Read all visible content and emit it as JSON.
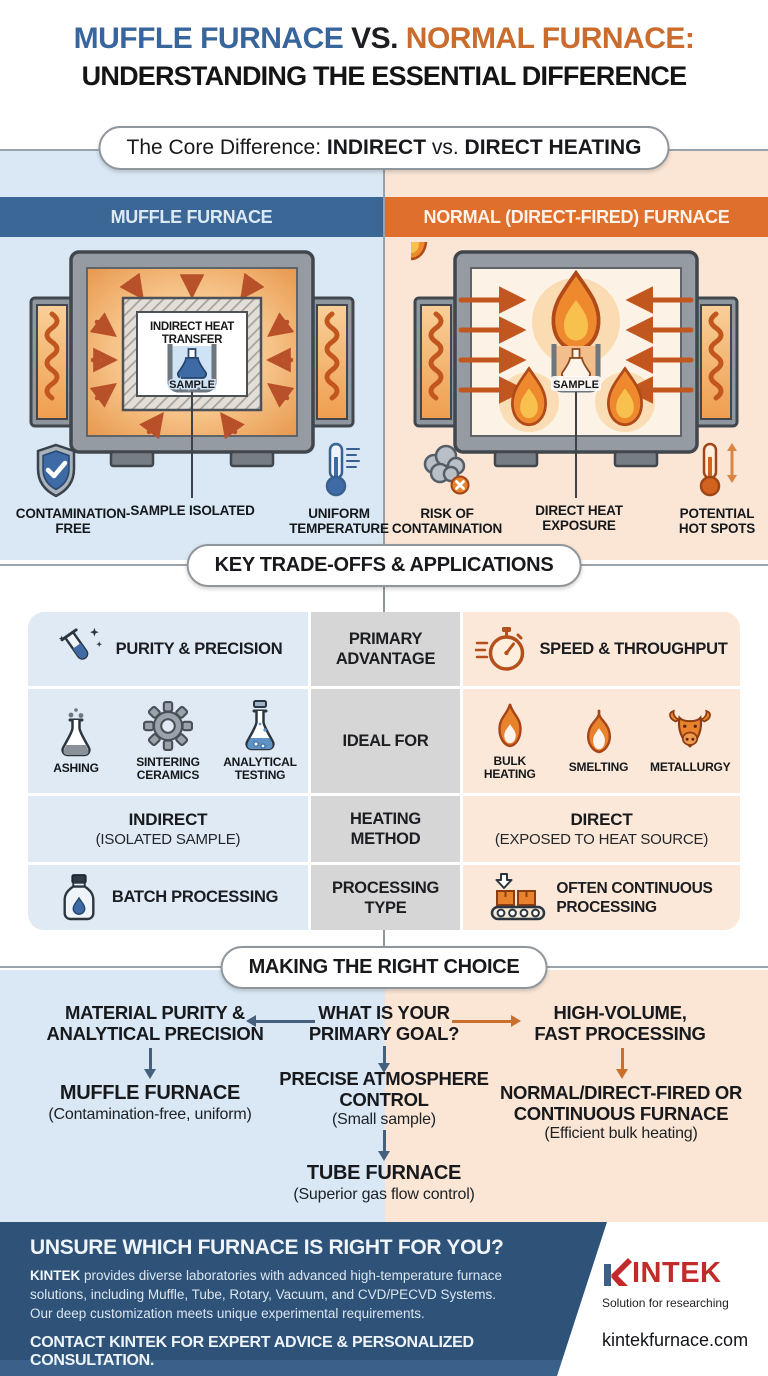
{
  "colors": {
    "title_blue": "#38659b",
    "title_orange": "#c96c2d",
    "muffle_header_bg": "#3a6795",
    "normal_header_bg": "#df6f2d",
    "muffle_column_bg": "#d9e8f4",
    "normal_column_bg": "#fbe6d6",
    "table_center_bg": "#d6d6d6",
    "footer_bg": "#2e5278",
    "logo_red": "#c32b2b"
  },
  "header": {
    "title_blue": "MUFFLE FURNACE",
    "title_vs": " VS. ",
    "title_orange": "NORMAL FURNACE:",
    "subtitle": "UNDERSTANDING THE ESSENTIAL DIFFERENCE"
  },
  "core_pill": {
    "prefix": "The Core Difference: ",
    "bold_indirect": "INDIRECT",
    "vs": " vs. ",
    "bold_direct": "DIRECT HEATING"
  },
  "muffle": {
    "header": "MUFFLE FURNACE",
    "diagram_label_line1": "INDIRECT HEAT",
    "diagram_label_line2": "TRANSFER",
    "sample_label": "SAMPLE",
    "features": [
      {
        "icon": "shield-check",
        "label": "CONTAMINATION-FREE"
      },
      {
        "icon": "connector-line",
        "label": "SAMPLE ISOLATED"
      },
      {
        "icon": "thermometer",
        "label_line1": "UNIFORM",
        "label_line2": "TEMPERATURE"
      }
    ]
  },
  "normal": {
    "header": "NORMAL (DIRECT-FIRED) FURNACE",
    "sample_label": "SAMPLE",
    "features": [
      {
        "icon": "smoke-cloud-error",
        "label_line1": "RISK OF",
        "label_line2": "CONTAMINATION"
      },
      {
        "icon": "connector-line",
        "label": "DIRECT HEAT EXPOSURE"
      },
      {
        "icon": "hot-thermometer",
        "label_line1": "POTENTIAL",
        "label_line2": "HOT SPOTS"
      }
    ]
  },
  "tradeoffs": {
    "pill": "KEY TRADE-OFFS & APPLICATIONS",
    "rows": [
      {
        "center_line1": "PRIMARY",
        "center_line2": "ADVANTAGE",
        "left": {
          "icon": "test-tube-sparkle",
          "label": "PURITY & PRECISION"
        },
        "right": {
          "icon": "stopwatch",
          "label": "SPEED & THROUGHPUT"
        }
      },
      {
        "center_line1": "IDEAL FOR",
        "center_line2": "",
        "left_items": [
          {
            "icon": "ashing-flask",
            "label_line1": "ASHING",
            "label_line2": ""
          },
          {
            "icon": "gear",
            "label_line1": "SINTERING",
            "label_line2": "CERAMICS"
          },
          {
            "icon": "analytical-flask",
            "label_line1": "ANALYTICAL",
            "label_line2": "TESTING"
          }
        ],
        "right_items": [
          {
            "icon": "flame",
            "label_line1": "BULK",
            "label_line2": "HEATING"
          },
          {
            "icon": "flame",
            "label_line1": "SMELTING",
            "label_line2": ""
          },
          {
            "icon": "bull-head",
            "label_line1": "METALLURGY",
            "label_line2": ""
          }
        ]
      },
      {
        "center_line1": "HEATING",
        "center_line2": "METHOD",
        "left": {
          "title": "INDIRECT",
          "note": "(ISOLATED SAMPLE)"
        },
        "right": {
          "title": "DIRECT",
          "note": "(EXPOSED TO HEAT SOURCE)"
        }
      },
      {
        "center_line1": "PROCESSING",
        "center_line2": "TYPE",
        "left": {
          "icon": "ink-bottle",
          "label": "BATCH PROCESSING"
        },
        "right": {
          "icon": "conveyor",
          "label_line1": "OFTEN CONTINUOUS",
          "label_line2": "PROCESSING"
        }
      }
    ]
  },
  "choice": {
    "pill": "MAKING THE RIGHT CHOICE",
    "root_line1": "WHAT IS YOUR",
    "root_line2": "PRIMARY GOAL?",
    "left": {
      "goal_line1": "MATERIAL PURITY &",
      "goal_line2": "ANALYTICAL PRECISION",
      "result": "MUFFLE FURNACE",
      "note": "(Contamination-free, uniform)"
    },
    "center": {
      "goal_line1": "PRECISE ATMOSPHERE",
      "goal_line2": "CONTROL",
      "goal_note": "(Small sample)",
      "result": "TUBE FURNACE",
      "note": "(Superior gas flow control)"
    },
    "right": {
      "goal_line1": "HIGH-VOLUME,",
      "goal_line2": "FAST PROCESSING",
      "result_line1": "NORMAL/DIRECT-FIRED OR",
      "result_line2": "CONTINUOUS FURNACE",
      "note": "(Efficient bulk heating)"
    }
  },
  "footer": {
    "headline": "UNSURE WHICH FURNACE IS RIGHT FOR YOU?",
    "body_bold": "KINTEK",
    "body_line1_rest": " provides diverse laboratories with advanced high-temperature furnace",
    "body_line2": "solutions, including Muffle, Tube, Rotary, Vacuum, and CVD/PECVD Systems.",
    "body_line3": "Our deep customization meets unique experimental requirements.",
    "cta": "CONTACT KINTEK FOR EXPERT ADVICE & PERSONALIZED CONSULTATION.",
    "logo_k": "K",
    "logo_rest": "INTEK",
    "tagline": "Solution for researching",
    "website": "kintekfurnace.com"
  }
}
